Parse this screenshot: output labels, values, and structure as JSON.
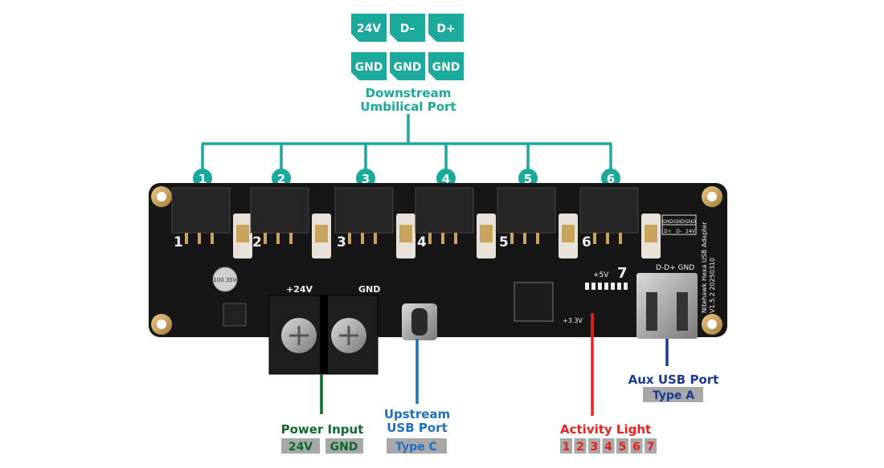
{
  "colors": {
    "teal": "#1aa99a",
    "power_green": "#0e6b2c",
    "usb_blue": "#1f6fc2",
    "activity_red": "#e8201e",
    "aux_navy": "#1b3a94",
    "tag_gray": "#a8a8a8",
    "board": "#161616"
  },
  "umbilical": {
    "pins_top": [
      "24V",
      "D–",
      "D+"
    ],
    "pins_bottom": [
      "GND",
      "GND",
      "GND"
    ],
    "title_line1": "Downstream",
    "title_line2": "Umbilical Port",
    "ports": [
      "1",
      "2",
      "3",
      "4",
      "5",
      "6"
    ]
  },
  "board": {
    "silk_name": "Nitehawk Hexa USB Adapter",
    "silk_version": "V1.5.2 20250310",
    "silk_24v": "+24V",
    "silk_gnd": "GND",
    "silk_5v": "+5V",
    "silk_33v": "+3.3V",
    "silk_usb_pins": "D-D+ GND",
    "silk_cap": "100 35V",
    "silk_header_top": [
      "GND",
      "GND",
      "GND"
    ],
    "silk_header_bottom": [
      "D+",
      "D–",
      "24V"
    ]
  },
  "power_input": {
    "title": "Power Input",
    "tags": [
      "24V",
      "GND"
    ]
  },
  "upstream_usb": {
    "title_line1": "Upstream",
    "title_line2": "USB Port",
    "tag": "Type C"
  },
  "activity_light": {
    "title": "Activity Light",
    "tags": [
      "1",
      "2",
      "3",
      "4",
      "5",
      "6",
      "7"
    ]
  },
  "aux_usb": {
    "title": "Aux USB Port",
    "tag": "Type A"
  }
}
